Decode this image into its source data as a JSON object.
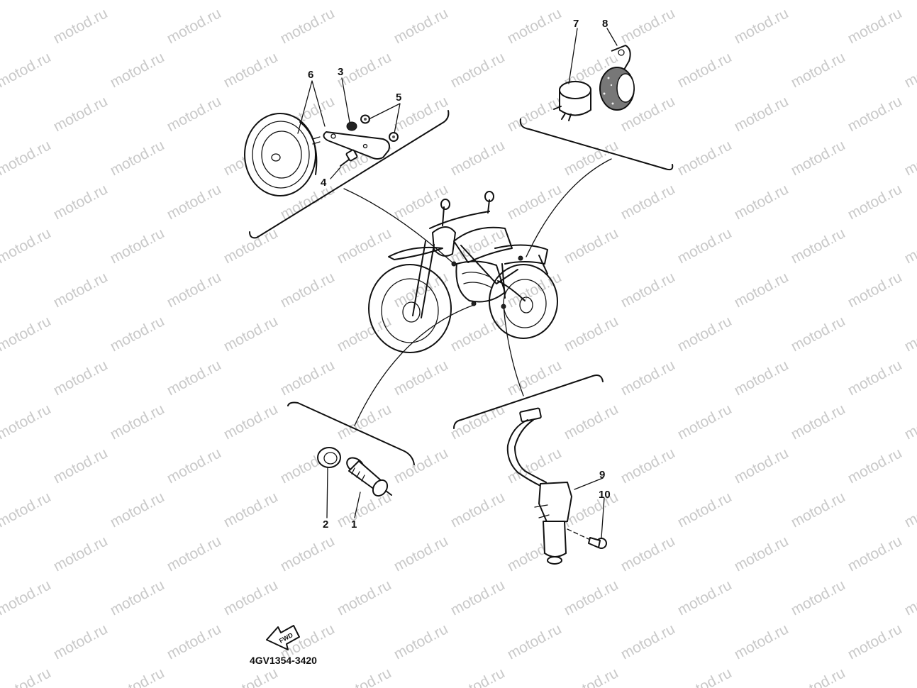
{
  "watermark": {
    "text": "motod.ru",
    "color": "#c9c9c9"
  },
  "callouts": [
    {
      "id": "1",
      "text": "1"
    },
    {
      "id": "2",
      "text": "2"
    },
    {
      "id": "3",
      "text": "3"
    },
    {
      "id": "4",
      "text": "4"
    },
    {
      "id": "5",
      "text": "5"
    },
    {
      "id": "6",
      "text": "6"
    },
    {
      "id": "7",
      "text": "7"
    },
    {
      "id": "8",
      "text": "8"
    },
    {
      "id": "9",
      "text": "9"
    },
    {
      "id": "10",
      "text": "10"
    }
  ],
  "forward_arrow": {
    "label": "FWD"
  },
  "part_code": "4GV1354-3420"
}
